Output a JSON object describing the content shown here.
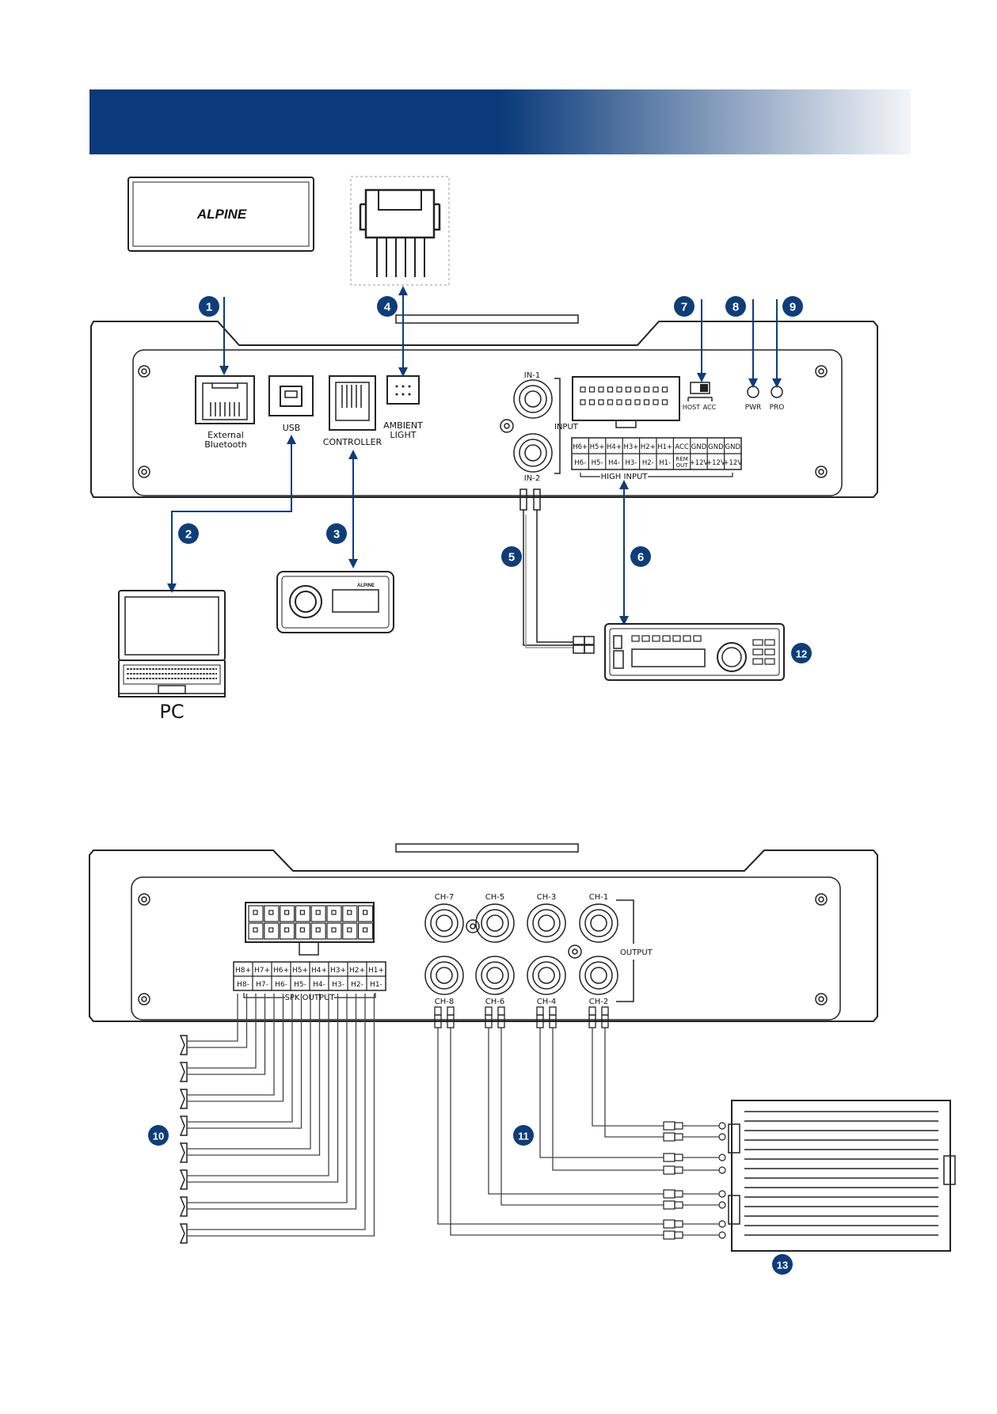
{
  "colors": {
    "banner": "#0a3a7a",
    "accent": "#0e3d7a",
    "stroke": "#222222"
  },
  "brand": "ALPINE",
  "callouts": [
    "1",
    "2",
    "3",
    "4",
    "5",
    "6",
    "7",
    "8",
    "9",
    "10",
    "11",
    "12",
    "13"
  ],
  "top_panel": {
    "ethernet": [
      "External",
      "Bluetooth"
    ],
    "usb": "USB",
    "controller": "CONTROLLER",
    "ambient": [
      "AMBIENT",
      "LIGHT"
    ],
    "in1": "IN-1",
    "in2": "IN-2",
    "input": "INPUT",
    "switch": [
      "HOST",
      "ACC"
    ],
    "pwr": "PWR",
    "pro": "PRO",
    "high_top": [
      "H6+",
      "H5+",
      "H4+",
      "H3+",
      "H2+",
      "H1+",
      "ACC",
      "GND",
      "GND",
      "GND"
    ],
    "high_bottom": [
      "H6-",
      "H5-",
      "H4-",
      "H3-",
      "H2-",
      "H1-",
      "REM OUT",
      "+12V",
      "+12V",
      "+12V"
    ],
    "high_input": "HIGH INPUT",
    "pc": "PC"
  },
  "bottom_panel": {
    "spk_top": [
      "H8+",
      "H7+",
      "H6+",
      "H5+",
      "H4+",
      "H3+",
      "H2+",
      "H1+"
    ],
    "spk_bottom": [
      "H8-",
      "H7-",
      "H6-",
      "H5-",
      "H4-",
      "H3-",
      "H2-",
      "H1-"
    ],
    "spk_output": "SPK OUTPUT",
    "ch_top": [
      "CH-7",
      "CH-5",
      "CH-3",
      "CH-1"
    ],
    "ch_bottom": [
      "CH-8",
      "CH-6",
      "CH-4",
      "CH-2"
    ],
    "output": "OUTPUT"
  }
}
